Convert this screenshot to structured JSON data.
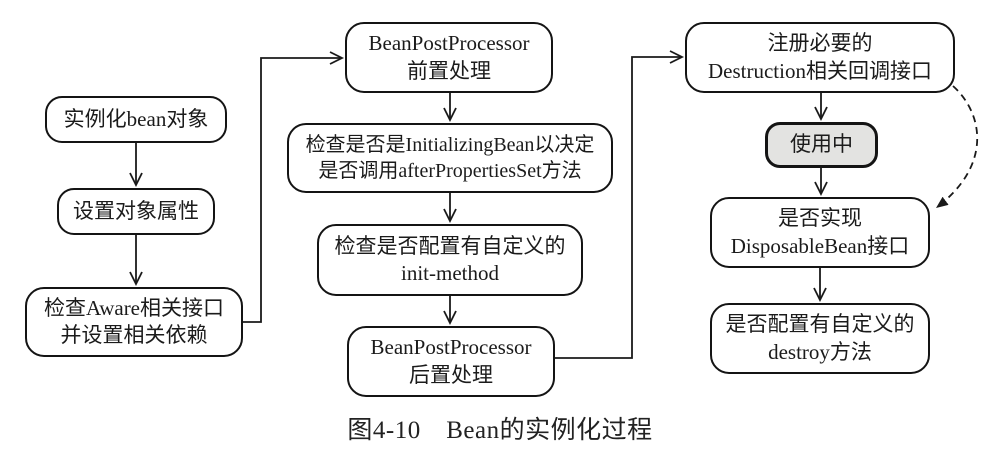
{
  "figure": {
    "caption": "图4-10　Bean的实例化过程"
  },
  "nodes": {
    "instantiate": {
      "label": "实例化bean对象"
    },
    "set_properties": {
      "label": "设置对象属性"
    },
    "check_aware": {
      "label": "检查Aware相关接口\n并设置相关依赖"
    },
    "bpp_before": {
      "label": "BeanPostProcessor\n前置处理"
    },
    "check_initializing": {
      "label": "检查是否是InitializingBean以决定\n是否调用afterPropertiesSet方法"
    },
    "check_init_method": {
      "label": "检查是否配置有自定义的\ninit-method"
    },
    "bpp_after": {
      "label": "BeanPostProcessor\n后置处理"
    },
    "register_destruction": {
      "label": "注册必要的\nDestruction相关回调接口"
    },
    "in_use": {
      "label": "使用中"
    },
    "check_disposable": {
      "label": "是否实现\nDisposableBean接口"
    },
    "check_destroy": {
      "label": "是否配置有自定义的\ndestroy方法"
    }
  },
  "colors": {
    "line": "#1a1a1a",
    "box_border": "#141414",
    "in_use_fill": "#e3e3e1",
    "background": "#ffffff"
  }
}
